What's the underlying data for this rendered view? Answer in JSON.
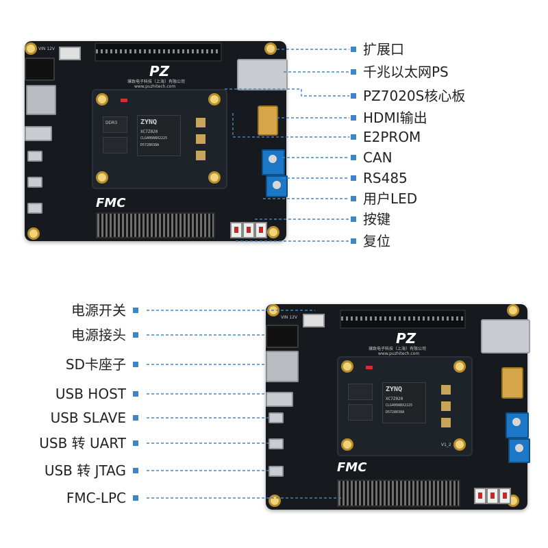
{
  "right_callouts": [
    {
      "label": "扩展口"
    },
    {
      "label": "千兆以太网PS"
    },
    {
      "label": "PZ7020S核心板"
    },
    {
      "label": "HDMI输出"
    },
    {
      "label": "E2PROM"
    },
    {
      "label": "CAN"
    },
    {
      "label": "RS485"
    },
    {
      "label": "用户LED"
    },
    {
      "label": "按键"
    },
    {
      "label": "复位"
    }
  ],
  "left_callouts": [
    {
      "label": "电源开关"
    },
    {
      "label": "电源接头"
    },
    {
      "label": "SD卡座子"
    },
    {
      "label": "USB HOST"
    },
    {
      "label": "USB SLAVE"
    },
    {
      "label": "USB 转 UART"
    },
    {
      "label": "USB 转 JTAG"
    },
    {
      "label": "FMC-LPC"
    }
  ],
  "board_markings": {
    "fmc": "FMC",
    "brand_logo": "PZ",
    "company": "璞致电子科技（上海）有限公司",
    "website": "www.puzhitech.com",
    "soc_brand": "ZYNQ",
    "soc_part": "XC7Z020",
    "soc_line2": "CLG400ABX2225",
    "soc_line3": "D5728038A",
    "power_label": "VIN 12V",
    "mem_label": "DDR3",
    "silk_v12": "V1_2"
  },
  "colors": {
    "line": "#3f86c6",
    "board": "#161a1f",
    "text": "#222222"
  }
}
